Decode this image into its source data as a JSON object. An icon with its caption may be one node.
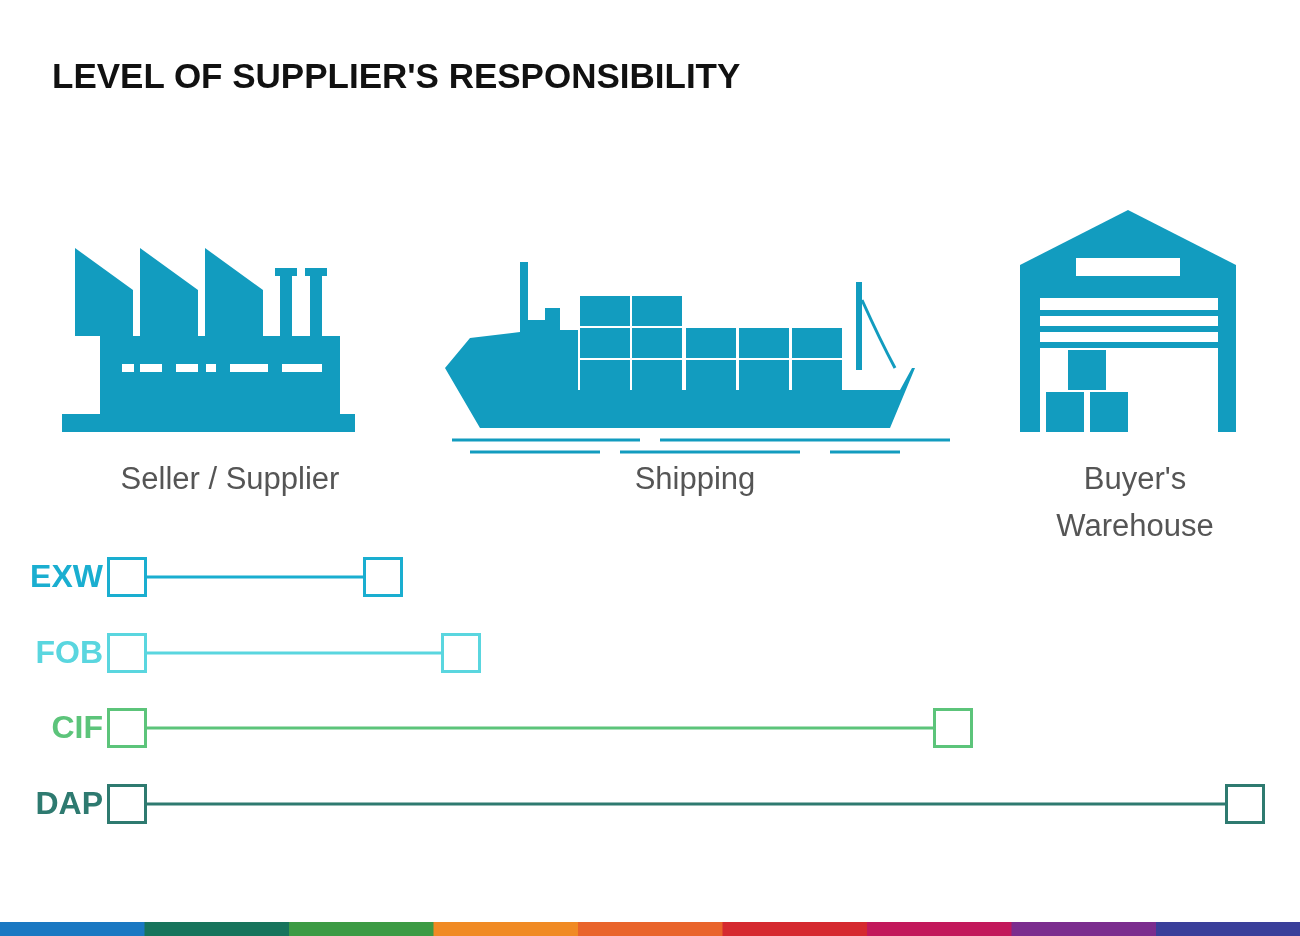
{
  "diagram": {
    "title": "LEVEL OF SUPPLIER'S RESPONSIBILITY",
    "nodes": [
      {
        "text": [],
        "shape": "box",
        "beside": [
          "EXW"
        ]
      },
      {
        "text": [],
        "shape": "box"
      },
      {
        "text": [],
        "shape": "box",
        "beside": [
          "FOB"
        ]
      },
      {
        "text": [],
        "shape": "box"
      },
      {
        "text": [],
        "shape": "box",
        "beside": [
          "CIF"
        ]
      },
      {
        "text": [],
        "shape": "box"
      },
      {
        "text": [],
        "shape": "box",
        "beside": [
          "DAP"
        ]
      },
      {
        "text": [],
        "shape": "box"
      }
    ],
    "edges": [
      {
        "from": 0,
        "to": 1,
        "arrow": "none",
        "color": "#1aaed0"
      },
      {
        "from": 2,
        "to": 3,
        "arrow": "none",
        "color": "#5ad6df"
      },
      {
        "from": 4,
        "to": 5,
        "arrow": "none",
        "color": "#5cc47a"
      },
      {
        "from": 6,
        "to": 7,
        "arrow": "none",
        "color": "#2e7a70"
      }
    ],
    "labels": [
      "Seller / Supplier",
      "Shipping",
      "Buyer's Warehouse"
    ]
  }
}
